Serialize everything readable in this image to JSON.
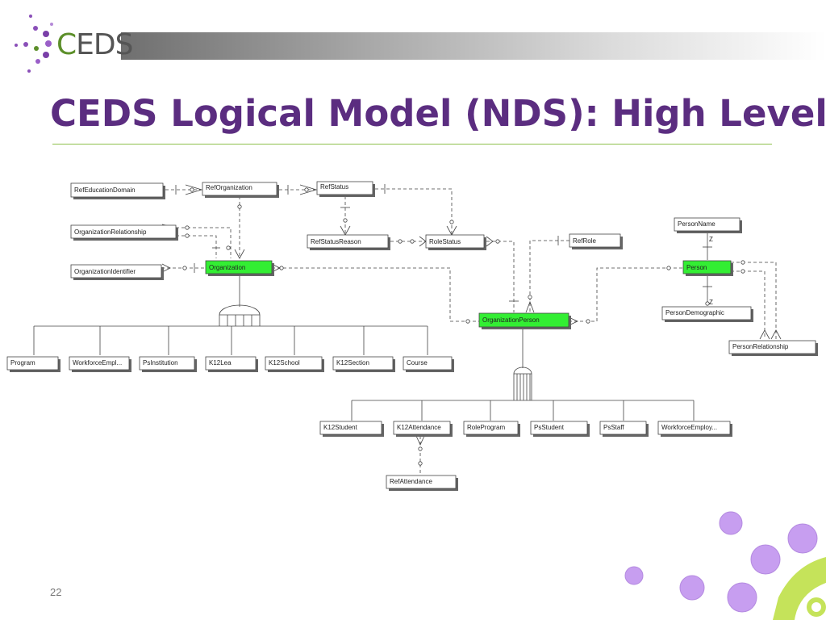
{
  "slide": {
    "logo_text": "EDS",
    "logo_initial": "C",
    "title": "CEDS Logical Model (NDS): High Level",
    "page_number": "22"
  },
  "colors": {
    "title": "#5b2d80",
    "accent_green": "#8ec04a",
    "highlight_entity": "#33ee33",
    "decor_purple": "#c79ef0",
    "decor_green": "#c5e35a"
  },
  "entities": {
    "ref_education_domain": "RefEducationDomain",
    "ref_organization": "RefOrganization",
    "ref_status": "RefStatus",
    "organization_relationship": "OrganizationRelationship",
    "ref_status_reason": "RefStatusReason",
    "role_status": "RoleStatus",
    "ref_role": "RefRole",
    "person_name": "PersonName",
    "organization_identifier": "OrganizationIdentifier",
    "organization": "Organization",
    "person": "Person",
    "organization_person": "OrganizationPerson",
    "person_demographic": "PersonDemographic",
    "person_relationship": "PersonRelationship",
    "program": "Program",
    "workforce_empl": "WorkforceEmpl...",
    "ps_institution": "PsInstitution",
    "k12_lea": "K12Lea",
    "k12_school": "K12School",
    "k12_section": "K12Section",
    "course": "Course",
    "k12_student": "K12Student",
    "k12_attendance": "K12Attendance",
    "role_program": "RoleProgram",
    "ps_student": "PsStudent",
    "ps_staff": "PsStaff",
    "workforce_employ": "WorkforceEmploy...",
    "ref_attendance": "RefAttendance"
  },
  "markers": {
    "z": "Z"
  }
}
